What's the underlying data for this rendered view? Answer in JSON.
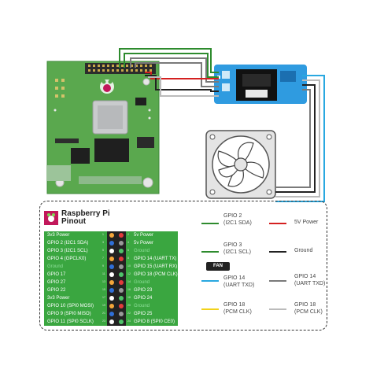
{
  "pinout": {
    "title_line1": "Raspberry Pi",
    "title_line2": "Pinout",
    "left_pins": [
      "3v3 Power",
      "GPIO 2 (I2C1 SDA)",
      "GPIO 3 (I2C1 SCL)",
      "GPIO 4 (GPCLK0)",
      "Ground",
      "GPIO 17",
      "GPIO 27",
      "GPIO 22",
      "3v3 Power",
      "GPIO 10 (SPI0 MOSI)",
      "GPIO 9 (SPI0 MISO)",
      "GPIO 11 (SPI0 SCLK)"
    ],
    "left_nums": [
      "1",
      "3",
      "5",
      "7",
      "9",
      "11",
      "13",
      "15",
      "17",
      "19",
      "21",
      "23"
    ],
    "right_pins": [
      "5v Power",
      "5v Power",
      "Ground",
      "GPIO 14 (UART TX)",
      "GPIO 15 (UART RX)",
      "GPIO 18 (PCM CLK)",
      "Ground",
      "GPIO 23",
      "GPIO 24",
      "Ground",
      "GPIO 25",
      "GPIO 8 (SPI0 CE0)"
    ],
    "right_nums": [
      "2",
      "4",
      "6",
      "8",
      "10",
      "12",
      "14",
      "16",
      "18",
      "20",
      "22",
      "24"
    ]
  },
  "legend": {
    "gpio2_line1": "GPIO 2",
    "gpio2_line2": "(I2C1 SDA)",
    "gpio3_line1": "GPIO 3",
    "gpio3_line2": "(I2C1 SCL)",
    "fan_tag": "FAN",
    "gpio14_fan_line1": "GPIO 14",
    "gpio14_fan_line2": "(UART TXD)",
    "gpio18_fan_line1": "GPIO 18",
    "gpio18_fan_line2": "(PCM CLK)",
    "power5v": "5V Power",
    "ground": "Ground",
    "gpio14_line1": "GPIO 14",
    "gpio14_line2": "(UART TXD)",
    "gpio18_line1": "GPIO 18",
    "gpio18_line2": "(PCM CLK)"
  },
  "colors": {
    "board_green": "#5aa84e",
    "wire_green": "#2e8b2e",
    "wire_red": "#d42020",
    "wire_black": "#222222",
    "wire_gray": "#7a7a7a",
    "wire_blue": "#29a8e0",
    "wire_yellow": "#f2d21a",
    "display_blue": "#2f9be0"
  }
}
